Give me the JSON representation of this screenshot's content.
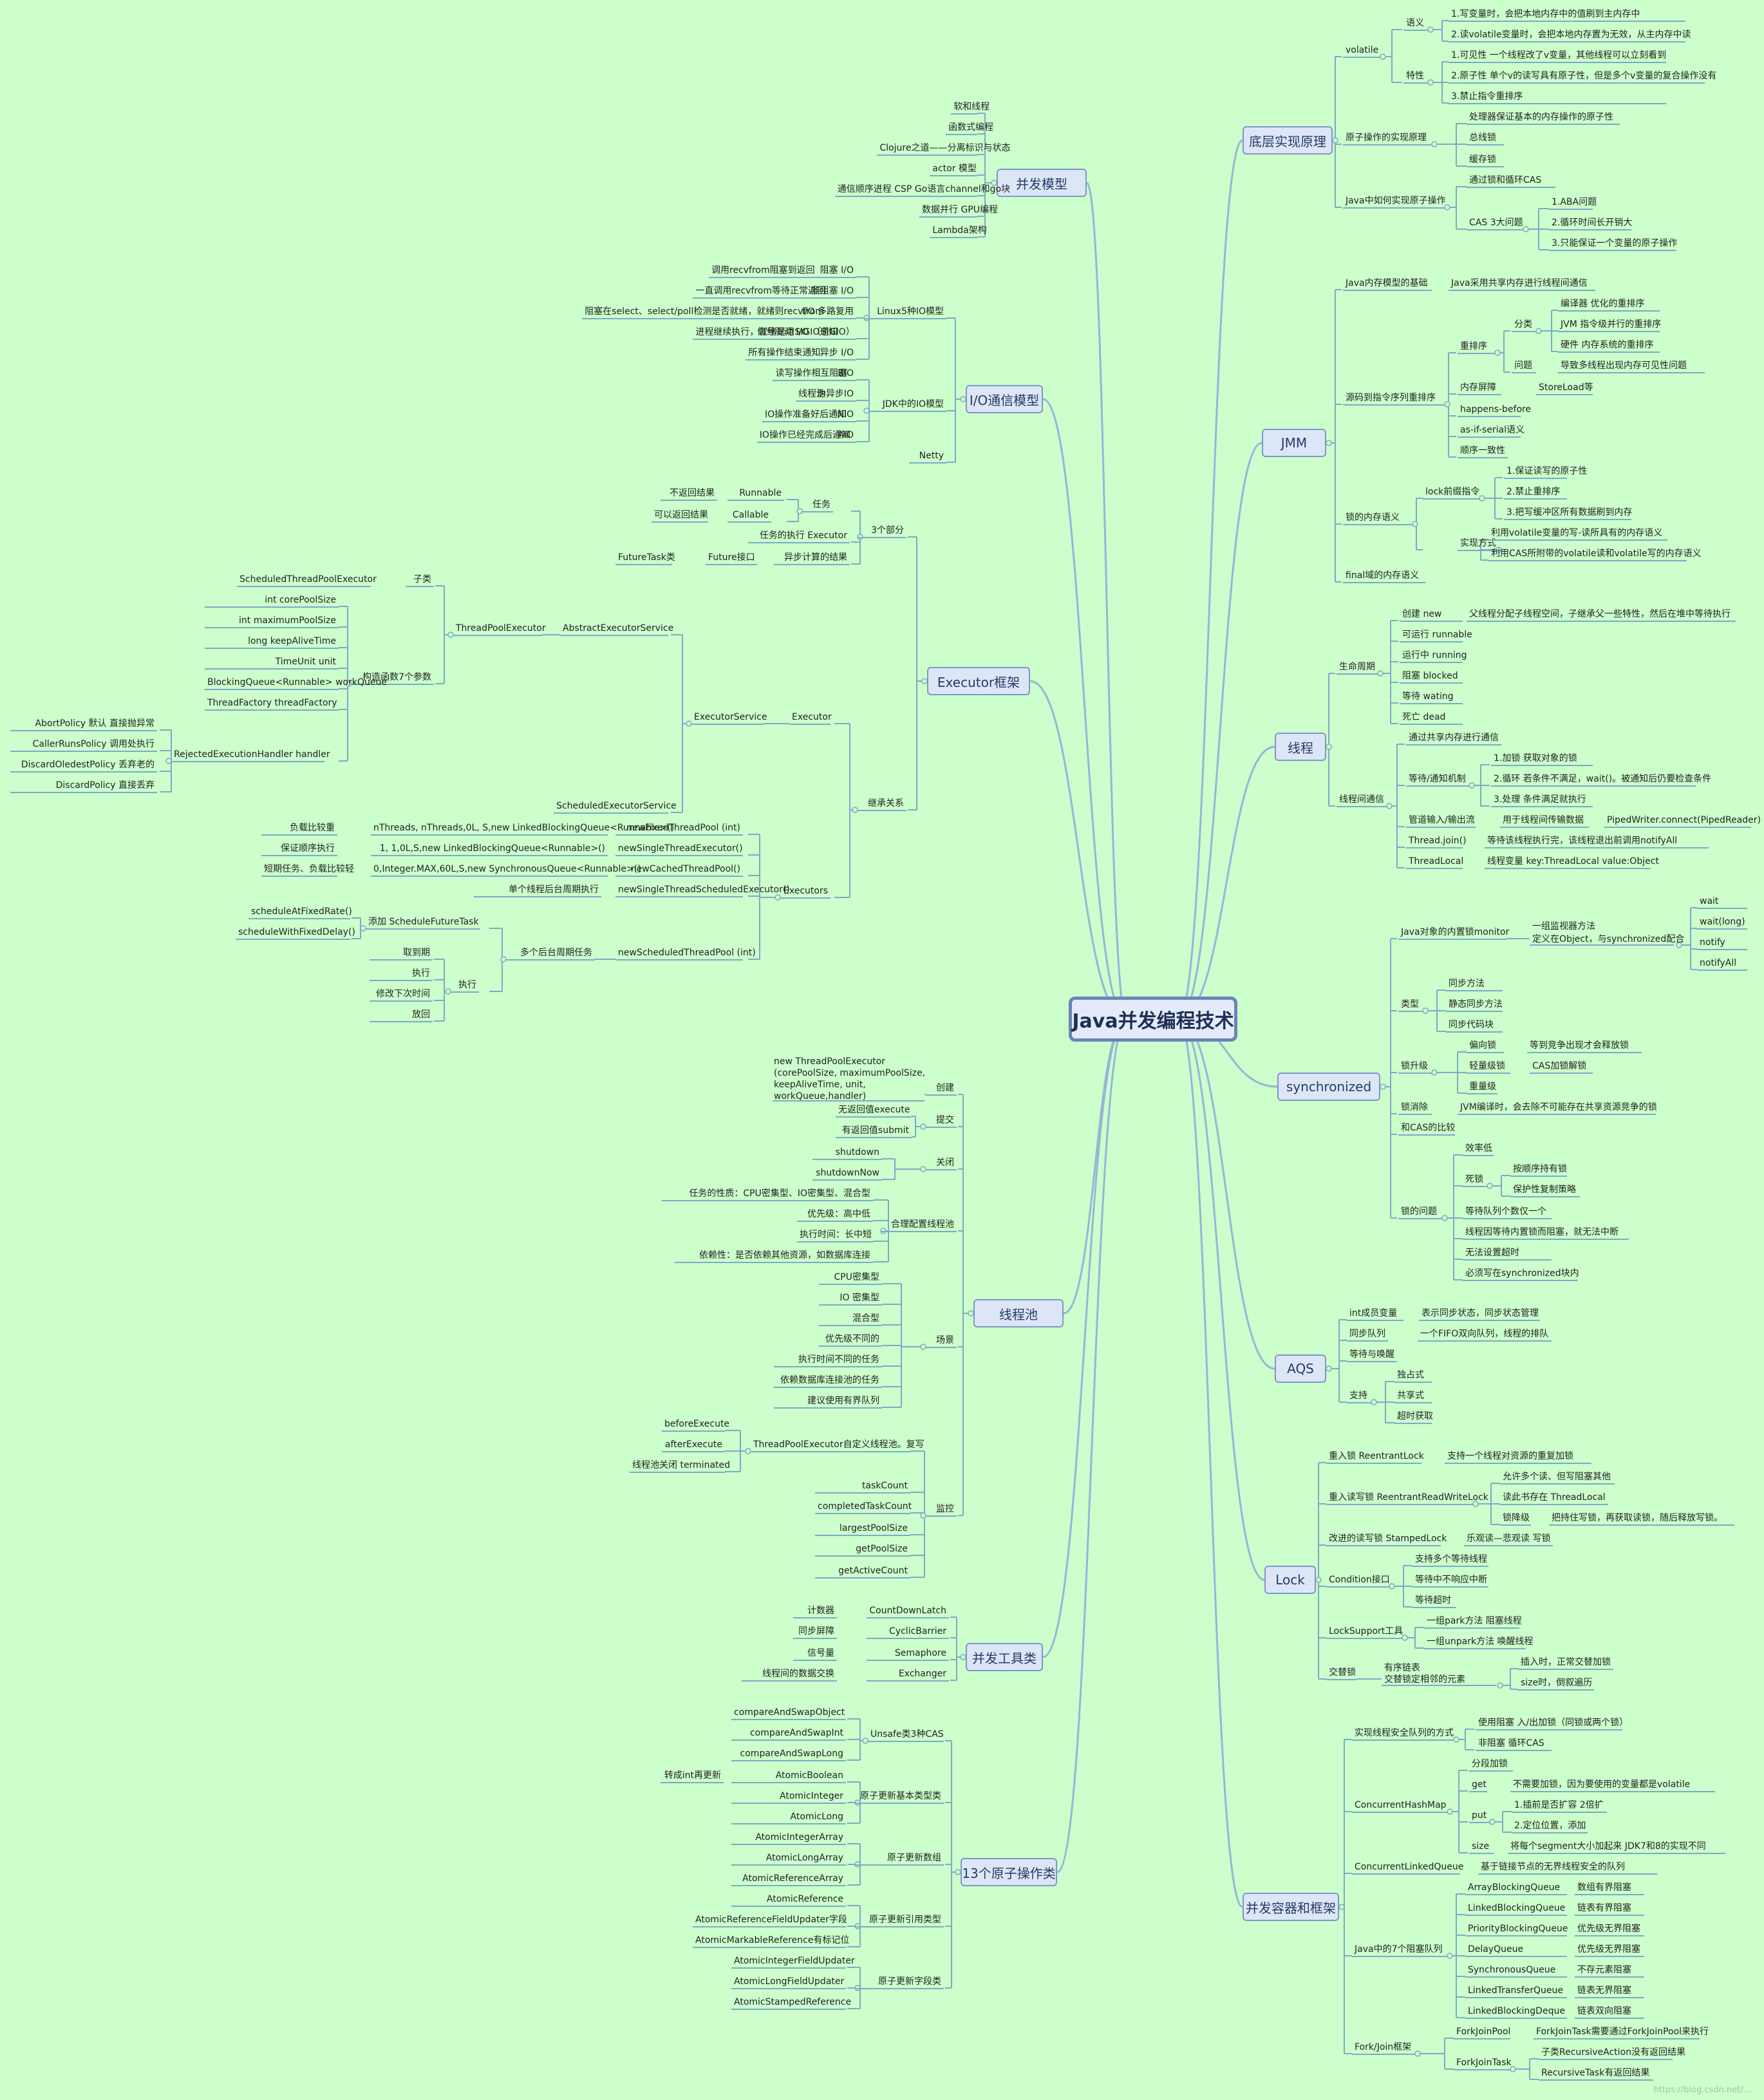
{
  "root": "Java并发编程技术",
  "categories": {
    "bingfamoxing": "并发模型",
    "io": "I/O通信模型",
    "executor": "Executor框架",
    "threadpool": "线程池",
    "tools": "并发工具类",
    "atomic": "13个原子操作类",
    "dicheng": "底层实现原理",
    "jmm": "JMM",
    "thread": "线程",
    "sync": "synchronized",
    "aqs": "AQS",
    "lock": "Lock",
    "container": "并发容器和框架"
  },
  "left": {
    "bingfamoxing": [
      "软和线程",
      "函数式编程",
      "Clojure之道——分离标识与状态",
      "actor 模型",
      "通信顺序进程 CSP Go语言channel和go块",
      "数据并行 GPU编程",
      "Lambda架构"
    ],
    "io": {
      "linux_label": "Linux5种IO模型",
      "linux": [
        [
          "调用recvfrom阻塞到返回",
          "阻塞 I/O"
        ],
        [
          "一直调用recvfrom等待正常返回",
          "非阻塞 I/O"
        ],
        [
          "阻塞在select、select/poll检测是否就绪，就绪则recvfrom",
          "I/O 多路复用"
        ],
        [
          "进程继续执行，就绪是用SIGIO通知",
          "信号驱动 I/O （SIGIO）"
        ],
        [
          "所有操作结束通知",
          "异步 I/O"
        ]
      ],
      "jdk_label": "JDK中的IO模型",
      "jdk": [
        [
          "读写操作相互阻塞",
          "BIO"
        ],
        [
          "线程池",
          "伪异步IO"
        ],
        [
          "IO操作准备好后通知",
          "NIO"
        ],
        [
          "IO操作已经完成后通知",
          "AIO"
        ]
      ],
      "netty": "Netty"
    },
    "executor": {
      "three": "3个部分",
      "task": "任务",
      "runnable": [
        "不返回结果",
        "Runnable"
      ],
      "callable": [
        "可以返回结果",
        "Callable"
      ],
      "exec": "任务的执行  Executor",
      "future": [
        "FutureTask类",
        "Future接口",
        "异步计算的结果"
      ],
      "jicheng": "继承关系",
      "executor_node": "Executor",
      "executorservice": "ExecutorService",
      "abstract": "AbstractExecutorService",
      "tpe": "ThreadPoolExecutor",
      "sub": [
        "ScheduledThreadPoolExecutor",
        "子类"
      ],
      "ctor": "构造函数7个参数",
      "params": [
        "int corePoolSize",
        "int maximumPoolSize",
        "long keepAliveTime",
        "TimeUnit unit",
        "BlockingQueue<Runnable> workQueue",
        "ThreadFactory threadFactory"
      ],
      "handler": "RejectedExecutionHandler handler",
      "policies": [
        "AbortPolicy 默认 直接抛异常",
        "CallerRunsPolicy 调用处执行",
        "DiscardOledestPolicy  丢弃老的",
        "DiscardPolicy 直接丢弃"
      ],
      "scheduled_es": "ScheduledExecutorService",
      "executors": "Executors",
      "factories": [
        [
          "负载比较重",
          "nThreads, nThreads,0L, S,new LinkedBlockingQueue<Runnable>()",
          "newFixedThreadPool (int)"
        ],
        [
          "保证顺序执行",
          "1, 1,0L,S,new LinkedBlockingQueue<Runnable>()",
          "newSingleThreadExecutor()"
        ],
        [
          "短期任务、负载比较轻",
          "0,Integer.MAX,60L,S,new SynchronousQueue<Runnable>()",
          "newCachedThreadPool()"
        ],
        [
          "单个线程后台周期执行",
          "",
          "newSingleThreadScheduledExecutor()"
        ]
      ],
      "scheduled": "newScheduledThreadPool (int)",
      "multi": "多个后台周期任务",
      "add": "添加 ScheduleFutureTask",
      "add_items": [
        "scheduleAtFixedRate()",
        "scheduleWithFixedDelay()"
      ],
      "run": "执行",
      "run_items": [
        "取到期",
        "执行",
        "修改下次时间",
        "放回"
      ]
    },
    "threadpool": {
      "create": "创建",
      "create_text": [
        "new ThreadPoolExecutor",
        "(corePoolSize, maximumPoolSize,",
        "keepAliveTime, unit,",
        "workQueue,handler)"
      ],
      "submit": "提交",
      "submit_items": [
        "无返回值execute",
        "有返回值submit"
      ],
      "close": "关闭",
      "close_items": [
        "shutdown",
        "shutdownNow"
      ],
      "config": "合理配置线程池",
      "config_items": [
        "任务的性质：CPU密集型、IO密集型、混合型",
        "优先级：高中低",
        "执行时间：长中短",
        "依赖性：是否依赖其他资源，如数据库连接"
      ],
      "scene": "场景",
      "scene_items": [
        "CPU密集型",
        "IO  密集型",
        "混合型",
        "优先级不同的",
        "执行时间不同的任务",
        "依赖数据库连接池的任务",
        "建议使用有界队列"
      ],
      "monitor": "监控",
      "custom": "ThreadPoolExecutor自定义线程池。复写",
      "custom_items": [
        "beforeExecute",
        "afterExecute",
        "线程池关闭 terminated"
      ],
      "monitor_items": [
        "taskCount",
        "completedTaskCount",
        "largestPoolSize",
        "getPoolSize",
        "getActiveCount"
      ]
    },
    "tools": [
      [
        "计数器",
        "CountDownLatch"
      ],
      [
        "同步屏障",
        "CyclicBarrier"
      ],
      [
        "信号量",
        "Semaphore"
      ],
      [
        "线程间的数据交换",
        "Exchanger"
      ]
    ],
    "atomic": {
      "unsafe": "Unsafe类3种CAS",
      "unsafe_items": [
        "compareAndSwapObject",
        "compareAndSwapInt",
        "compareAndSwapLong"
      ],
      "basic": "原子更新基本类型类",
      "basic_items": [
        "AtomicBoolean",
        "AtomicInteger",
        "AtomicLong"
      ],
      "bool_note": "转成int再更新",
      "array": "原子更新数组",
      "array_items": [
        "AtomicIntegerArray",
        "AtomicLongArray",
        "AtomicReferenceArray"
      ],
      "ref": "原子更新引用类型",
      "ref_items": [
        "AtomicReference",
        "AtomicReferenceFieldUpdater字段",
        "AtomicMarkableReference有标记位"
      ],
      "field": "原子更新字段类",
      "field_items": [
        "AtomicIntegerFieldUpdater",
        "AtomicLongFieldUpdater",
        "AtomicStampedReference"
      ]
    }
  },
  "right": {
    "dicheng": {
      "volatile": "volatile",
      "yuyi": "语义",
      "yuyi_items": [
        "1.写变量时，会把本地内存中的值刷到主内存中",
        "2.读volatile变量时，会把本地内存置为无效，从主内存中读"
      ],
      "texing": "特性",
      "texing_items": [
        "1.可见性 一个线程改了v变量，其他线程可以立刻看到",
        "2.原子性 单个v的读写具有原子性，但是多个v变量的复合操作没有",
        "3.禁止指令重排序"
      ],
      "atomic_impl": "原子操作的实现原理",
      "atomic_items": [
        "处理器保证基本的内存操作的原子性",
        "总线锁",
        "缓存锁"
      ],
      "java_impl": "Java中如何实现原子操作",
      "java_items": [
        "通过锁和循环CAS"
      ],
      "cas": "CAS  3大问题",
      "cas_items": [
        "1.ABA问题",
        "2.循环时间长开销大",
        "3.只能保证一个变量的原子操作"
      ]
    },
    "jmm": {
      "base": [
        "Java内存模型的基础",
        "Java采用共享内存进行线程间通信"
      ],
      "reorder_group": "源码到指令序列重排序",
      "reorder": "重排序",
      "fenlei": "分类",
      "fenlei_items": [
        "编译器 优化的重排序",
        "JVM 指令级并行的重排序",
        "硬件 内存系统的重排序"
      ],
      "wenti": [
        "问题",
        "导致多线程出现内存可见性问题"
      ],
      "barrier": [
        "内存屏障",
        "StoreLoad等"
      ],
      "others": [
        "happens-before",
        "as-if-serial语义",
        "顺序一致性"
      ],
      "lock_sem": "锁的内存语义",
      "lock_get": "lock前缀指令",
      "lock_items": [
        "1.保证读写的原子性",
        "2.禁止重排序",
        "3.把写缓冲区所有数据刷到内存"
      ],
      "impl": "实现方式",
      "impl_items": [
        "利用volatile变量的写-读所具有的内存语义",
        "利用CAS所附带的volatile读和volatile写的内存语义"
      ],
      "final": "final域的内存语义"
    },
    "thread": {
      "life": "生命周期",
      "life_items": [
        [
          "创建 new",
          "父线程分配子线程空间，子继承父一些特性，然后在堆中等待执行"
        ],
        [
          "可运行 runnable",
          ""
        ],
        [
          "运行中 running",
          ""
        ],
        [
          "阻塞 blocked",
          ""
        ],
        [
          "等待 wating",
          ""
        ],
        [
          "死亡 dead",
          ""
        ]
      ],
      "comm": "线程间通信",
      "comm_items": [
        "通过共享内存进行通信"
      ],
      "wait": "等待/通知机制",
      "wait_items": [
        "1.加锁  获取对象的锁",
        "2.循环 若条件不满足，wait()。被通知后仍要检查条件",
        "3.处理  条件满足就执行"
      ],
      "pipe": [
        "管道输入/输出流",
        "用于线程间传输数据",
        "PipedWriter.connect(PipedReader)"
      ],
      "join": [
        "Thread.join()",
        "等待该线程执行完，该线程退出前调用notifyAll"
      ],
      "tl": [
        "ThreadLocal",
        "线程变量 key:ThreadLocal  value:Object"
      ]
    },
    "sync": {
      "monitor": "Java对象的内置锁monitor",
      "monitor_text": [
        "一组监视器方法",
        "定义在Object，与synchronized配合"
      ],
      "monitor_items": [
        "wait",
        "wait(long)",
        "notify",
        "notifyAll"
      ],
      "type": "类型",
      "type_items": [
        "同步方法",
        "静态同步方法",
        "同步代码块"
      ],
      "up": "锁升级",
      "biased": [
        "偏向锁",
        "等到竞争出现才会释放锁"
      ],
      "light": [
        "轻量级锁",
        "CAS加锁解锁"
      ],
      "heavy": "重量级",
      "elim": [
        "锁消除",
        "JVM编译时，会去除不可能存在共享资源竞争的锁"
      ],
      "cas_cmp": "和CAS的比较",
      "problems": "锁的问题",
      "prob_items": [
        "效率低"
      ],
      "dead": "死锁",
      "dead_items": [
        "按顺序持有锁",
        "保护性复制策略"
      ],
      "prob2": [
        "等待队列个数仅一个",
        "线程因等待内置锁而阻塞，就无法中断",
        "无法设置超时",
        "必须写在synchronized块内"
      ]
    },
    "aqs": {
      "state": [
        "int成员变量",
        "表示同步状态，同步状态管理"
      ],
      "queue": [
        "同步队列",
        "一个FIFO双向队列，线程的排队"
      ],
      "wake": "等待与唤醒",
      "support": "支持",
      "support_items": [
        "独占式",
        "共享式",
        "超时获取"
      ]
    },
    "lock": {
      "reentrant": [
        "重入锁 ReentrantLock",
        "支持一个线程对资源的重复加锁"
      ],
      "rw": "重入读写锁 ReentrantReadWriteLock",
      "rw_items": [
        "允许多个读、但写阻塞其他",
        "读此书存在 ThreadLocal"
      ],
      "down": [
        "锁降级",
        "把持住写锁，再获取读锁，随后释放写锁。"
      ],
      "stamped": [
        "改进的读写锁 StampedLock",
        "乐观读—悲观读 写锁"
      ],
      "cond": "Condition接口",
      "cond_items": [
        "支持多个等待线程",
        "等待中不响应中断",
        "等待超时"
      ],
      "ls": "LockSupport工具",
      "ls_items": [
        "一组park方法 阻塞线程",
        "一组unpark方法 唤醒线程"
      ],
      "ex": "交替锁",
      "ex_text": [
        "有序链表",
        "交替锁定相邻的元素"
      ],
      "ex_items": [
        "插入时，正常交替加锁",
        "size时，倒叙遍历"
      ]
    },
    "container": {
      "safe": "实现线程安全队列的方式",
      "safe_items": [
        "使用阻塞 入/出加锁（同锁或两个锁）",
        "非阻塞 循环CAS"
      ],
      "chm": "ConcurrentHashMap",
      "chm_items": [
        "分段加锁"
      ],
      "get": [
        "get",
        "不需要加锁，因为要使用的变量都是volatile"
      ],
      "put": "put",
      "put_items": [
        "1.插前是否扩容 2倍扩",
        "2.定位位置，添加"
      ],
      "size": [
        "size",
        "将每个segment大小加起来 JDK7和8的实现不同"
      ],
      "clq": [
        "ConcurrentLinkedQueue",
        "基于链接节点的无界线程安全的队列"
      ],
      "bq": "Java中的7个阻塞队列",
      "bq_items": [
        [
          "ArrayBlockingQueue",
          "数组有界阻塞"
        ],
        [
          "LinkedBlockingQueue",
          "链表有界阻塞"
        ],
        [
          "PriorityBlockingQueue",
          "优先级无界阻塞"
        ],
        [
          "DelayQueue",
          "优先级无界阻塞"
        ],
        [
          "SynchronousQueue",
          "不存元素阻塞"
        ],
        [
          "LinkedTransferQueue",
          "链表无界阻塞"
        ],
        [
          "LinkedBlockingDeque",
          "链表双向阻塞"
        ]
      ],
      "fj": "Fork/Join框架",
      "fjpool": [
        "ForkJoinPool",
        "ForkJoinTask需要通过ForkJoinPool来执行"
      ],
      "fjtask": "ForkJoinTask",
      "fjtask_items": [
        "子类RecursiveAction没有返回结果",
        "RecursiveTask有返回结果"
      ]
    }
  },
  "watermark": "https://blog.csdn.net/..."
}
